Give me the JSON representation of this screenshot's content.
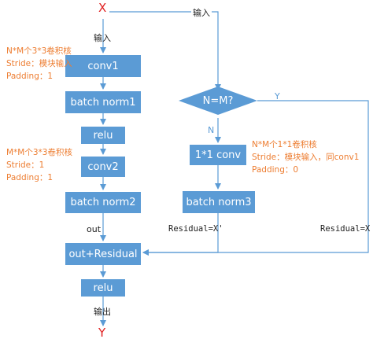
{
  "nodes": {
    "x_label": "X",
    "y_label": "Y",
    "conv1": "conv1",
    "batch_norm1": "batch norm1",
    "relu1": "relu",
    "conv2": "conv2",
    "batch_norm2": "batch norm2",
    "out_residual": "out+Residual",
    "relu2": "relu",
    "decision": "N=M?",
    "conv1x1": "1*1 conv",
    "batch_norm3": "batch norm3"
  },
  "edge_labels": {
    "input_left": "输入",
    "input_top": "输入",
    "out": "out",
    "output": "输出",
    "yes": "Y",
    "no": "N",
    "residual_x_prime": "Residual=X'",
    "residual_x": "Residual=X"
  },
  "annotations": {
    "conv1_note": [
      "N*M个3*3卷积核",
      "Stride：模块输入",
      "Padding：1"
    ],
    "conv2_note": [
      "M*M个3*3卷积核",
      "Stride：1",
      "Padding：1"
    ],
    "conv1x1_note": [
      "N*M个1*1卷积核",
      "Stride：模块输入，同conv1",
      "Padding：0"
    ]
  },
  "colors": {
    "box_fill": "#5b9bd5",
    "box_text": "#ffffff",
    "annotation": "#ed7d31",
    "endpoint": "#e02020",
    "line": "#5b9bd5"
  }
}
